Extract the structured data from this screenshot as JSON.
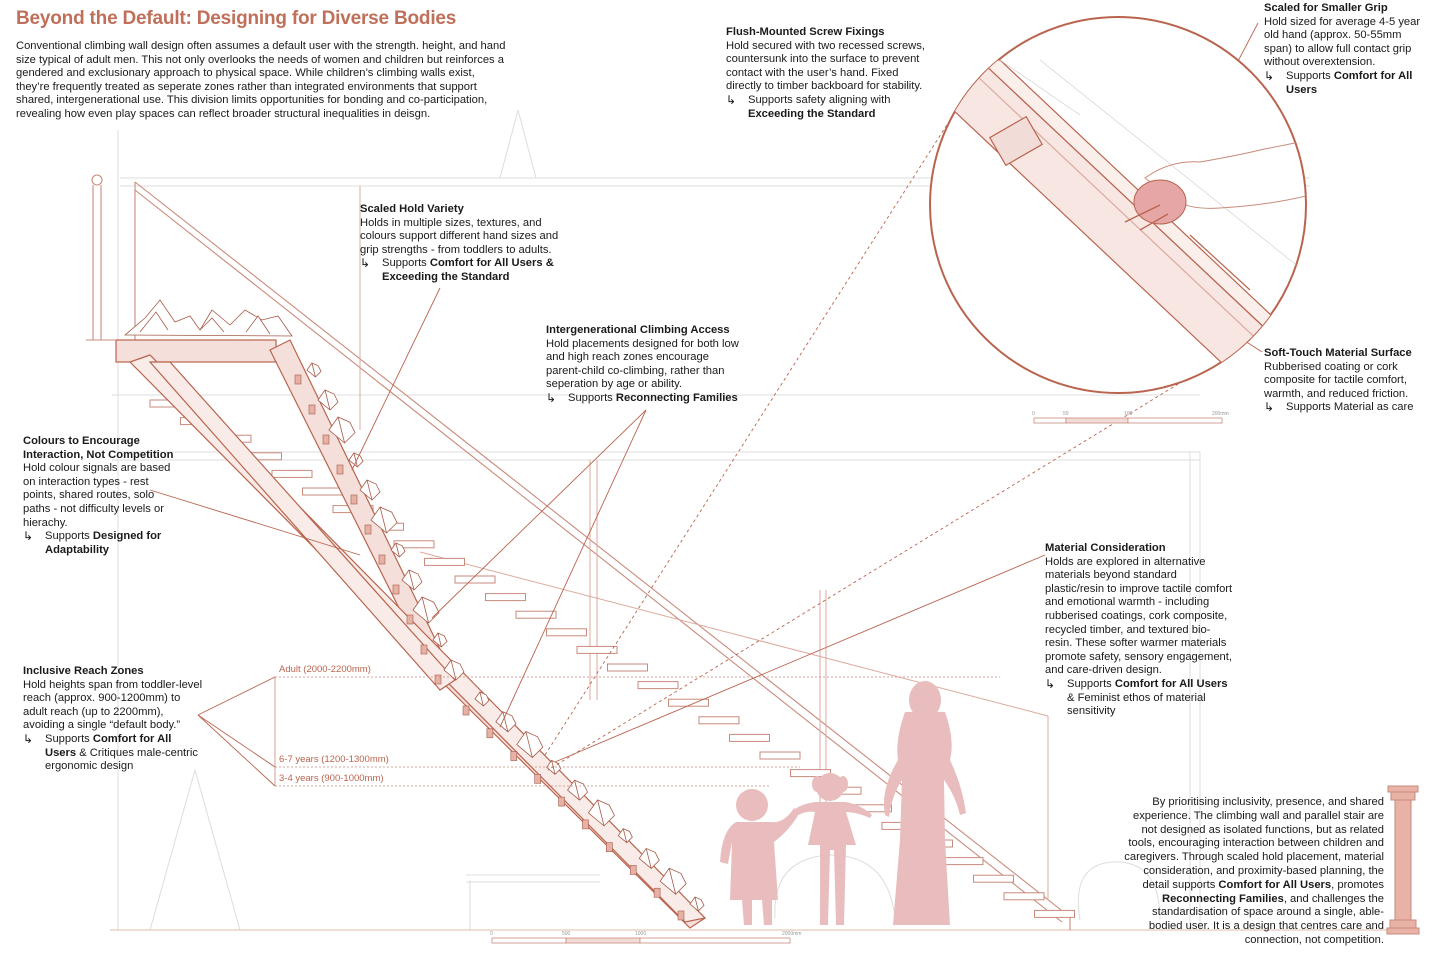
{
  "title": "Beyond the Default: Designing for Diverse Bodies",
  "intro": "Conventional climbing wall design often assumes a default user with the strength. height, and hand size typical of adult men. This not only overlooks the needs of women and children but reinforces a gendered and exclusionary approach to physical space. While children’s climbing walls exist, they’re frequently treated as seperate zones rather than integrated environments that support shared, intergenerational use. This division limits opportunities for bonding and co-participation, revealing how even play spaces can reflect broader structural inequalities in deisgn.",
  "supports_arrow": "↳",
  "notes": {
    "scaled_hold": {
      "heading": "Scaled Hold Variety",
      "body": "Holds in multiple sizes, textures, and colours support different hand sizes and grip strengths - from toddlers to adults.",
      "support_prefix": "Supports ",
      "support_bold": "Comfort for All Users & Exceeding the Standard",
      "support_suffix": ""
    },
    "intergenerational": {
      "heading": "Intergenerational Climbing Access",
      "body": "Hold placements designed for both low and high reach zones encourage parent-child co-climbing, rather than seperation by age or ability.",
      "support_prefix": "Supports ",
      "support_bold": "Reconnecting Families",
      "support_suffix": ""
    },
    "colours": {
      "heading": "Colours to Encourage Interaction, Not Competition",
      "body": "Hold colour signals are based on interaction types - rest points, shared routes, solo paths - not difficulty levels or hierachy.",
      "support_prefix": "Supports ",
      "support_bold": "Designed for Adaptability",
      "support_suffix": ""
    },
    "reach": {
      "heading": "Inclusive Reach Zones",
      "body": "Hold heights span from toddler-level reach (approx. 900-1200mm) to adult reach (up to 2200mm), avoiding a single “default body.”",
      "support_prefix": "Supports ",
      "support_bold": "Comfort for All Users",
      "support_suffix": " & Critiques male-centric ergonomic design"
    },
    "flush": {
      "heading": "Flush-Mounted Screw Fixings",
      "body": "Hold secured with two recessed screws, countersunk into the surface to prevent contact with the user’s hand. Fixed directly to timber backboard for stability.",
      "support_prefix": "Supports safety aligning with ",
      "support_bold": "Exceeding the Standard",
      "support_suffix": ""
    },
    "smaller_grip": {
      "heading": "Scaled for Smaller Grip",
      "body": "Hold sized for average 4-5 year old hand (approx. 50-55mm span) to allow full contact grip without overextension.",
      "support_prefix": "Supports ",
      "support_bold": "Comfort for All Users",
      "support_suffix": ""
    },
    "soft_touch": {
      "heading": "Soft-Touch Material Surface",
      "body": "Rubberised coating or cork composite for tactile comfort, warmth, and reduced friction.",
      "support_prefix": "Supports Material as care",
      "support_bold": "",
      "support_suffix": ""
    },
    "material": {
      "heading": "Material Consideration",
      "body": "Holds are explored in alternative materials beyond standard plastic/resin to improve tactile comfort and emotional warmth - including rubberised coatings, cork composite, recycled timber, and textured bio-resin. These softer warmer materials promote safety, sensory engagement, and care-driven design.",
      "support_prefix": "Supports ",
      "support_bold": "Comfort for All Users",
      "support_suffix": " & Feminist ethos of material sensitivity"
    }
  },
  "zones": {
    "adult": "Adult (2000-2200mm)",
    "six_seven": "6-7 years (1200-1300mm)",
    "three_four": "3-4 years (900-1000mm)"
  },
  "scale_main": {
    "t0": "0",
    "t1": "500",
    "t2": "1000",
    "t3": "2000mm"
  },
  "scale_detail": {
    "t0": "0",
    "t1": "50",
    "t2": "100",
    "t3": "200mm"
  },
  "conclusion": {
    "p1": "By prioritising inclusivity, presence, and shared experience. The climbing wall and parallel stair are not designed as isolated functions, but as related tools, encouraging interaction between children and caregivers. Through scaled hold placement, material consideration, and proximity-based planning, the detail supports ",
    "b1": "Comfort for All Users",
    "p2": ", promotes ",
    "b2": "Reconnecting Families",
    "p3": ", and challenges the standardisation of space around a single, able-bodied user. It is a design that centres care and connection, not competition."
  },
  "colors": {
    "accent": "#c0705a",
    "line": "#b9644e",
    "fill": "#f2dcd8",
    "figure": "#e9bdbd"
  }
}
